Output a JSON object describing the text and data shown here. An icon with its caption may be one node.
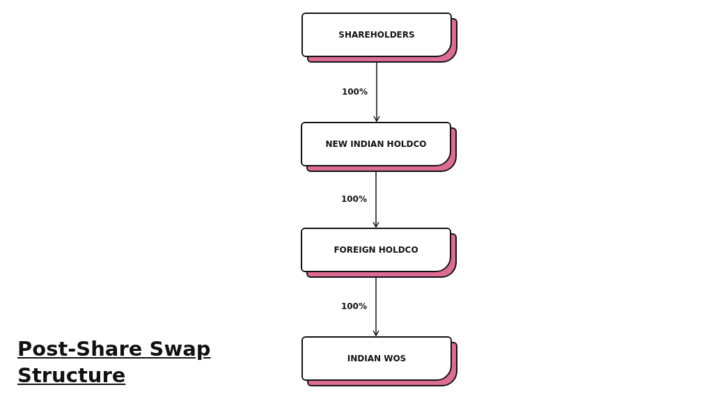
{
  "diagram": {
    "title": "Post-Share Swap Structure",
    "nodes": [
      {
        "text": [
          "SHAREHOLDERS"
        ]
      },
      {
        "text": [
          "NEW INDIAN HOLDCO"
        ]
      },
      {
        "text": [
          "FOREIGN HOLDCO"
        ]
      },
      {
        "text": [
          "INDIAN WOS"
        ]
      }
    ],
    "edges": [
      {
        "from": 0,
        "to": 1,
        "arrow": "to",
        "label": "100%"
      },
      {
        "from": 1,
        "to": 2,
        "arrow": "to",
        "label": "100%"
      },
      {
        "from": 2,
        "to": 3,
        "arrow": "to",
        "label": "100%"
      }
    ]
  }
}
